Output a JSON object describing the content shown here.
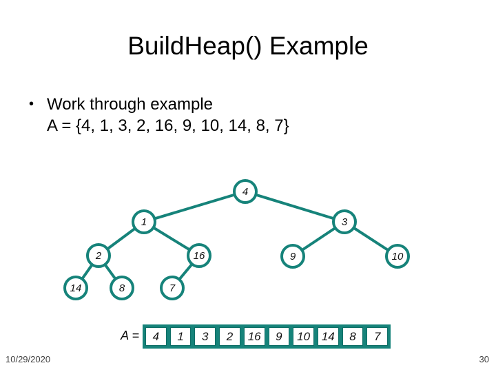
{
  "slide": {
    "title": "BuildHeap() Example",
    "bullet": {
      "marker": "•",
      "line1": "Work through example",
      "line2": "A = {4, 1, 3, 2, 16, 9, 10, 14, 8, 7}"
    },
    "date": "10/29/2020",
    "slide_number": "30"
  },
  "tree": {
    "nodes": [
      {
        "value": "4"
      },
      {
        "value": "1"
      },
      {
        "value": "3"
      },
      {
        "value": "2"
      },
      {
        "value": "16"
      },
      {
        "value": "9"
      },
      {
        "value": "10"
      },
      {
        "value": "14"
      },
      {
        "value": "8"
      },
      {
        "value": "7"
      }
    ],
    "edges": [
      {
        "from": "4",
        "to": "1"
      },
      {
        "from": "4",
        "to": "3"
      },
      {
        "from": "1",
        "to": "2"
      },
      {
        "from": "1",
        "to": "16"
      },
      {
        "from": "3",
        "to": "9"
      },
      {
        "from": "3",
        "to": "10"
      },
      {
        "from": "2",
        "to": "14"
      },
      {
        "from": "2",
        "to": "8"
      },
      {
        "from": "16",
        "to": "7"
      }
    ]
  },
  "array": {
    "label": "A =",
    "cells": [
      "4",
      "1",
      "3",
      "2",
      "16",
      "9",
      "10",
      "14",
      "8",
      "7"
    ]
  },
  "colors": {
    "accent_teal": "#16837A",
    "text": "#000000"
  }
}
